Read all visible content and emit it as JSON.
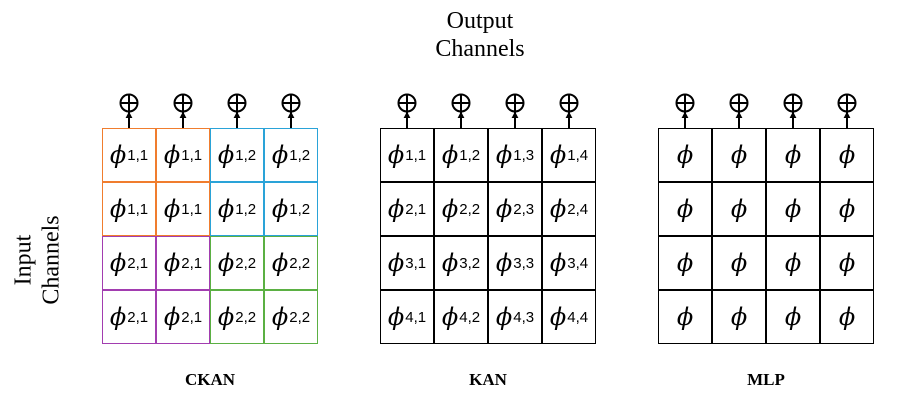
{
  "labels": {
    "output": [
      "Output",
      "Channels"
    ],
    "input": [
      "Input",
      "Channels"
    ]
  },
  "sum_symbol": "⊕",
  "panels": [
    {
      "title": "CKAN",
      "cells": [
        {
          "sym": "ϕ",
          "sub": "1,1",
          "color": "#f07d2e"
        },
        {
          "sym": "ϕ",
          "sub": "1,1",
          "color": "#f07d2e"
        },
        {
          "sym": "ϕ",
          "sub": "1,2",
          "color": "#2aa3d8"
        },
        {
          "sym": "ϕ",
          "sub": "1,2",
          "color": "#2aa3d8"
        },
        {
          "sym": "ϕ",
          "sub": "1,1",
          "color": "#f07d2e"
        },
        {
          "sym": "ϕ",
          "sub": "1,1",
          "color": "#f07d2e"
        },
        {
          "sym": "ϕ",
          "sub": "1,2",
          "color": "#2aa3d8"
        },
        {
          "sym": "ϕ",
          "sub": "1,2",
          "color": "#2aa3d8"
        },
        {
          "sym": "ϕ",
          "sub": "2,1",
          "color": "#a23db0"
        },
        {
          "sym": "ϕ",
          "sub": "2,1",
          "color": "#a23db0"
        },
        {
          "sym": "ϕ",
          "sub": "2,2",
          "color": "#5bb043"
        },
        {
          "sym": "ϕ",
          "sub": "2,2",
          "color": "#5bb043"
        },
        {
          "sym": "ϕ",
          "sub": "2,1",
          "color": "#a23db0"
        },
        {
          "sym": "ϕ",
          "sub": "2,1",
          "color": "#a23db0"
        },
        {
          "sym": "ϕ",
          "sub": "2,2",
          "color": "#5bb043"
        },
        {
          "sym": "ϕ",
          "sub": "2,2",
          "color": "#5bb043"
        }
      ]
    },
    {
      "title": "KAN",
      "cells": [
        {
          "sym": "ϕ",
          "sub": "1,1"
        },
        {
          "sym": "ϕ",
          "sub": "1,2"
        },
        {
          "sym": "ϕ",
          "sub": "1,3"
        },
        {
          "sym": "ϕ",
          "sub": "1,4"
        },
        {
          "sym": "ϕ",
          "sub": "2,1"
        },
        {
          "sym": "ϕ",
          "sub": "2,2"
        },
        {
          "sym": "ϕ",
          "sub": "2,3"
        },
        {
          "sym": "ϕ",
          "sub": "2,4"
        },
        {
          "sym": "ϕ",
          "sub": "3,1"
        },
        {
          "sym": "ϕ",
          "sub": "3,2"
        },
        {
          "sym": "ϕ",
          "sub": "3,3"
        },
        {
          "sym": "ϕ",
          "sub": "3,4"
        },
        {
          "sym": "ϕ",
          "sub": "4,1"
        },
        {
          "sym": "ϕ",
          "sub": "4,2"
        },
        {
          "sym": "ϕ",
          "sub": "4,3"
        },
        {
          "sym": "ϕ",
          "sub": "4,4"
        }
      ]
    },
    {
      "title": "MLP",
      "cells": [
        {
          "sym": "ϕ",
          "sub": ""
        },
        {
          "sym": "ϕ",
          "sub": ""
        },
        {
          "sym": "ϕ",
          "sub": ""
        },
        {
          "sym": "ϕ",
          "sub": ""
        },
        {
          "sym": "ϕ",
          "sub": ""
        },
        {
          "sym": "ϕ",
          "sub": ""
        },
        {
          "sym": "ϕ",
          "sub": ""
        },
        {
          "sym": "ϕ",
          "sub": ""
        },
        {
          "sym": "ϕ",
          "sub": ""
        },
        {
          "sym": "ϕ",
          "sub": ""
        },
        {
          "sym": "ϕ",
          "sub": ""
        },
        {
          "sym": "ϕ",
          "sub": ""
        },
        {
          "sym": "ϕ",
          "sub": ""
        },
        {
          "sym": "ϕ",
          "sub": ""
        },
        {
          "sym": "ϕ",
          "sub": ""
        },
        {
          "sym": "ϕ",
          "sub": ""
        }
      ]
    }
  ]
}
